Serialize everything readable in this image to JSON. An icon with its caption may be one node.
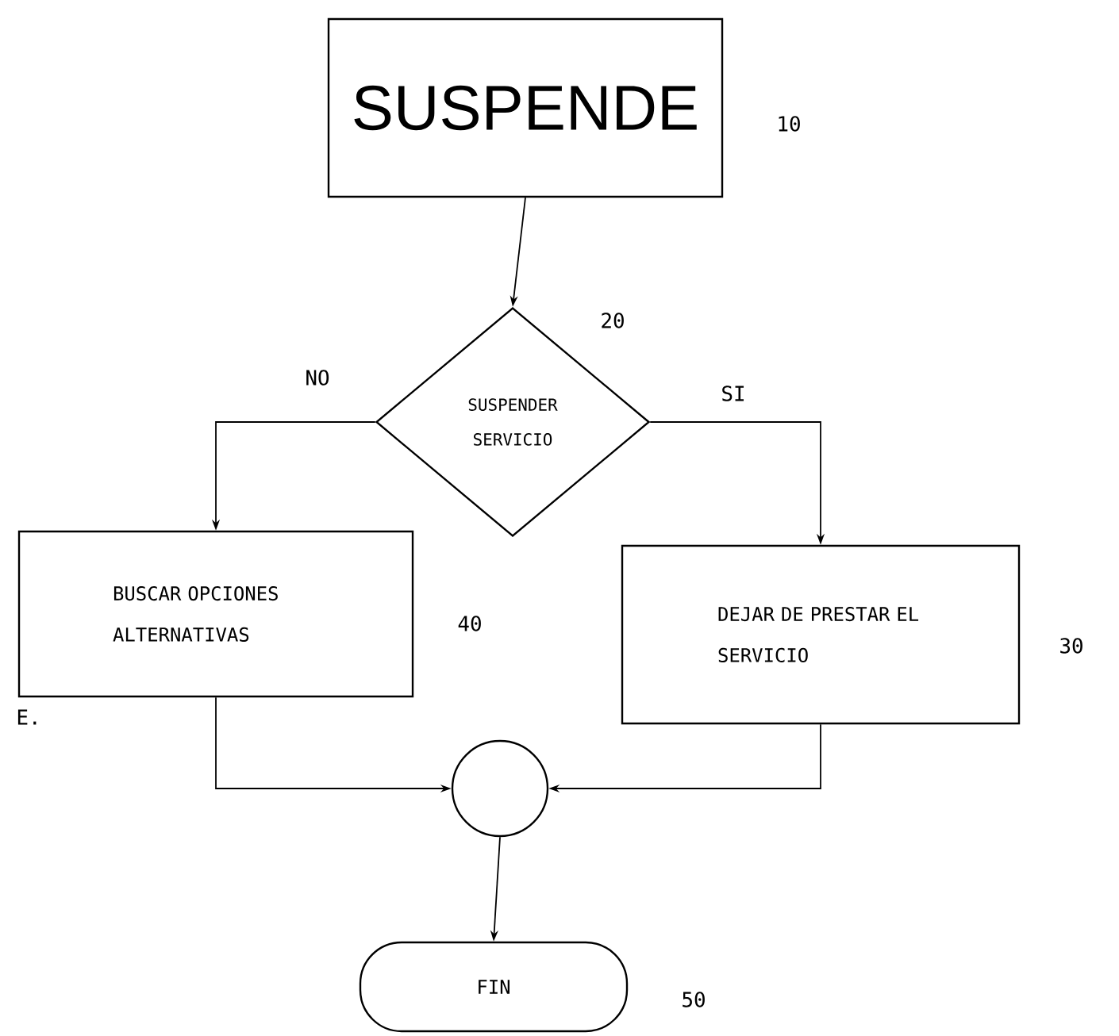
{
  "diagram": {
    "nodes": [
      {
        "text": [
          "SUSPENDE"
        ],
        "beside": [
          "10"
        ]
      },
      {
        "text": [
          "SUSPENDER SERVICIO"
        ],
        "beside": [
          "20"
        ]
      },
      {
        "text": [
          "BUSCAR OPCIONES ALTERNATIVAS"
        ],
        "beside": [
          "40"
        ]
      },
      {
        "text": [
          "DEJAR DE PRESTAR EL SERVICIO"
        ],
        "beside": [
          "30"
        ]
      },
      {
        "text": [],
        "shape": "circle"
      },
      {
        "text": [
          "FIN"
        ],
        "beside": [
          "50"
        ]
      }
    ],
    "edges": [
      {
        "from": 0,
        "to": 1,
        "arrow": "to"
      },
      {
        "from": 1,
        "to": 2,
        "arrow": "to",
        "label": "NO"
      },
      {
        "from": 1,
        "to": 3,
        "arrow": "to",
        "label": "SI"
      },
      {
        "from": 2,
        "to": 4,
        "arrow": "to"
      },
      {
        "from": 3,
        "to": 4,
        "arrow": "to"
      },
      {
        "from": 4,
        "to": 5,
        "arrow": "to"
      }
    ],
    "labels": [
      "E."
    ]
  }
}
